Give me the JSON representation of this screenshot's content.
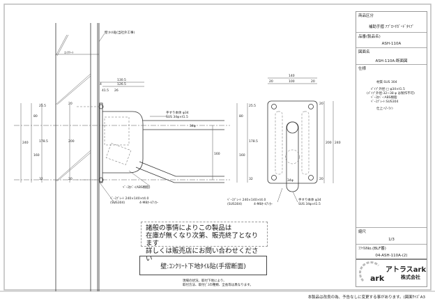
{
  "title_block": {
    "category_label": "商品区分",
    "category_value": "補助手摺 ｱﾌﾟﾛｰﾁｶﾞｰﾄﾞﾀｲﾌﾟ",
    "product_no_label": "品番(製品名)",
    "product_no_value": "ASH-110A",
    "drawing_name_label": "図面名",
    "drawing_name_value": "ASH-110A:断面図",
    "spec_label": "仕様",
    "spec_lines": [
      "材質:SUS 304",
      "ﾊﾟｲﾌﾟ外径:□ φ34×t1.5",
      "(ﾊﾟｲﾌﾟ外径:32~38 φ は製作不可)",
      "ﾍﾞｰｽｶﾊﾞｰ:ABS樹脂",
      "ﾍﾞｰｽﾌﾟﾚｰﾄ:SUS304",
      "仕上:ﾍｱｰﾗｲﾝ"
    ],
    "scale_label": "縮尺",
    "scale_value": "1/3",
    "file_no_label": "ﾌｧｲﾙNo.(BLF番)",
    "file_no_value": "04-ASH-110A-(2)",
    "company_name": "アトラスark",
    "company_suffix": "株式会社"
  },
  "drawing": {
    "wall_finish": "壁:ﾀｲﾙ貼(当社外工事)",
    "concrete": "ｺﾝｸﾘｰﾄ",
    "handrail_body": "手すり本体 φ34",
    "handrail_spec": "SUS 34φ×t1.5",
    "base_cover": "ﾍﾞｰｽｶﾊﾞｰ(ABS樹脂)",
    "base_plate": "ﾍﾞｰｽﾌﾟﾚｰﾄ 240×140×t4.0",
    "base_plate_material": "(SUS304)",
    "anchor": "4-M8ｵｰﾙｱﾝｶｰ",
    "dims_side": [
      "130.5",
      "126.5",
      "4",
      "41.5",
      "26",
      "25.5",
      "80",
      "178.5",
      "160",
      "32",
      "240",
      "20",
      "200",
      "20",
      "34φ",
      "160"
    ],
    "dims_front": [
      "140",
      "20",
      "100",
      "20",
      "25.5",
      "80",
      "178.5",
      "160",
      "32",
      "20",
      "200",
      "20",
      "240",
      "34φ"
    ]
  },
  "notice": [
    "諸般の事情によりこの製品は",
    "在庫が無くなり次第、販売終了となります",
    "詳しくは販売店にお問い合わせください"
  ],
  "wall_caption": "壁:ｺﾝｸﾘｰﾄ下地ﾀｲﾙ貼(手摺断面)",
  "small_note": [
    "現場の状況、取付下地により、",
    "取付方法、取付ﾋﾞｽの種類、全長等は異なります。"
  ],
  "footer": "本製品は改良の為、予告なしに変更する事があります。(図面ｻｲｽﾞA3"
}
